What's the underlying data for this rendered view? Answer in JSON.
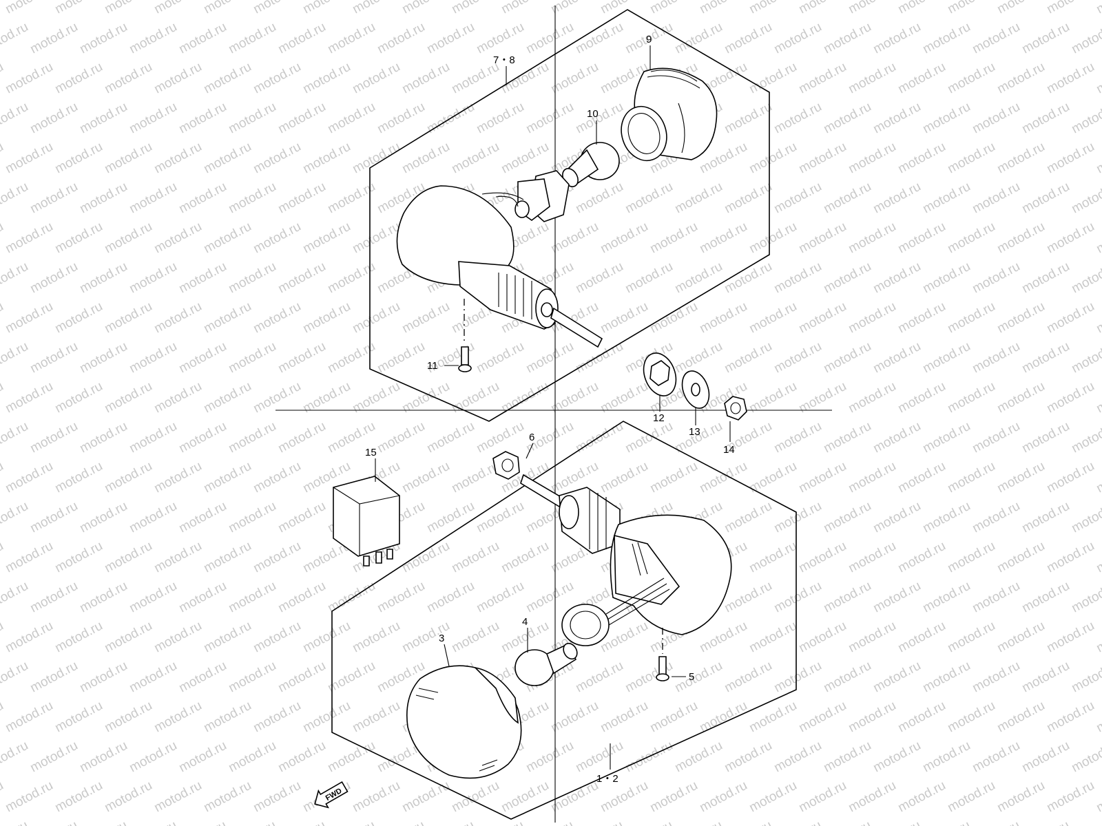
{
  "watermark": "motod.ru",
  "fwd_label": "FWD",
  "callouts": {
    "c1_2": "1・2",
    "c3": "3",
    "c4": "4",
    "c5": "5",
    "c6": "6",
    "c7_8": "7・8",
    "c9": "9",
    "c10": "10",
    "c11": "11",
    "c12": "12",
    "c13": "13",
    "c14": "14",
    "c15": "15"
  }
}
